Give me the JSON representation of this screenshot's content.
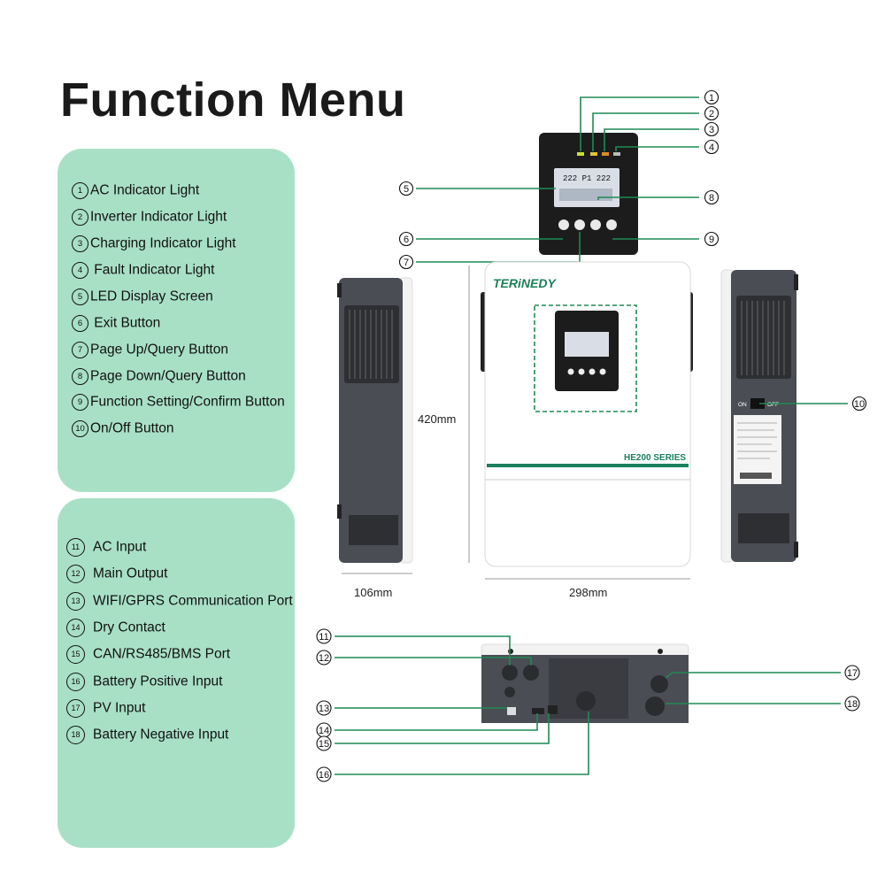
{
  "title": "Function Menu",
  "panel_front": {
    "items": [
      {
        "num": "1",
        "label": "AC Indicator Light"
      },
      {
        "num": "2",
        "label": "Inverter Indicator Light"
      },
      {
        "num": "3",
        "label": "Charging Indicator Light"
      },
      {
        "num": "4",
        "label": " Fault Indicator Light"
      },
      {
        "num": "5",
        "label": "LED Display Screen"
      },
      {
        "num": "6",
        "label": " Exit Button"
      },
      {
        "num": "7",
        "label": "Page Up/Query Button"
      },
      {
        "num": "8",
        "label": "Page Down/Query Button"
      },
      {
        "num": "9",
        "label": "Function Setting/Confirm Button"
      },
      {
        "num": "10",
        "label": "On/Off Button"
      }
    ]
  },
  "panel_bottom": {
    "items": [
      {
        "num": "11",
        "label": "AC Input"
      },
      {
        "num": "12",
        "label": "Main Output"
      },
      {
        "num": "13",
        "label": "WIFI/GPRS Communication Port"
      },
      {
        "num": "14",
        "label": "Dry Contact"
      },
      {
        "num": "15",
        "label": "CAN/RS485/BMS Port"
      },
      {
        "num": "16",
        "label": "Battery Positive Input"
      },
      {
        "num": "17",
        "label": "PV Input"
      },
      {
        "num": "18",
        "label": "Battery Negative Input"
      }
    ]
  },
  "product": {
    "brand": "TERiNEDY",
    "series": "HE200 SERIES",
    "display_text": "222 P1 222",
    "switch_on": "ON",
    "switch_off": "OFF"
  },
  "dimensions": {
    "height": "420mm",
    "depth": "106mm",
    "width": "298mm"
  },
  "colors": {
    "panel_bg": "#a8e0c6",
    "callout_line": "#1f8a55",
    "accent_stripe": "#1b7f5b"
  }
}
